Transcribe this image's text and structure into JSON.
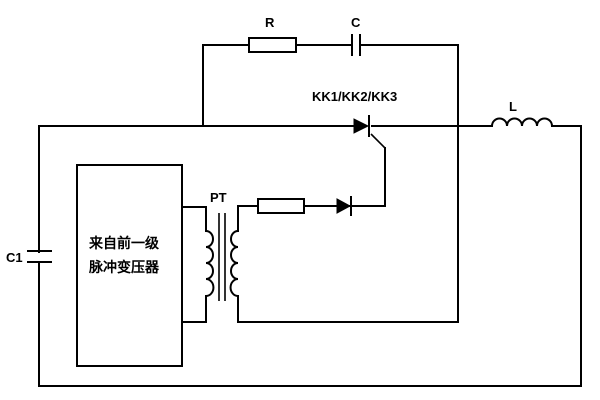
{
  "diagram": {
    "labels": {
      "resistor": "R",
      "capacitor": "C",
      "thyristor": "KK1/KK2/KK3",
      "inductor": "L",
      "pulse_transformer": "PT",
      "shunt_capacitor": "C1"
    },
    "source_block": {
      "line1": "来自前一级",
      "line2": "脉冲变压器"
    }
  }
}
